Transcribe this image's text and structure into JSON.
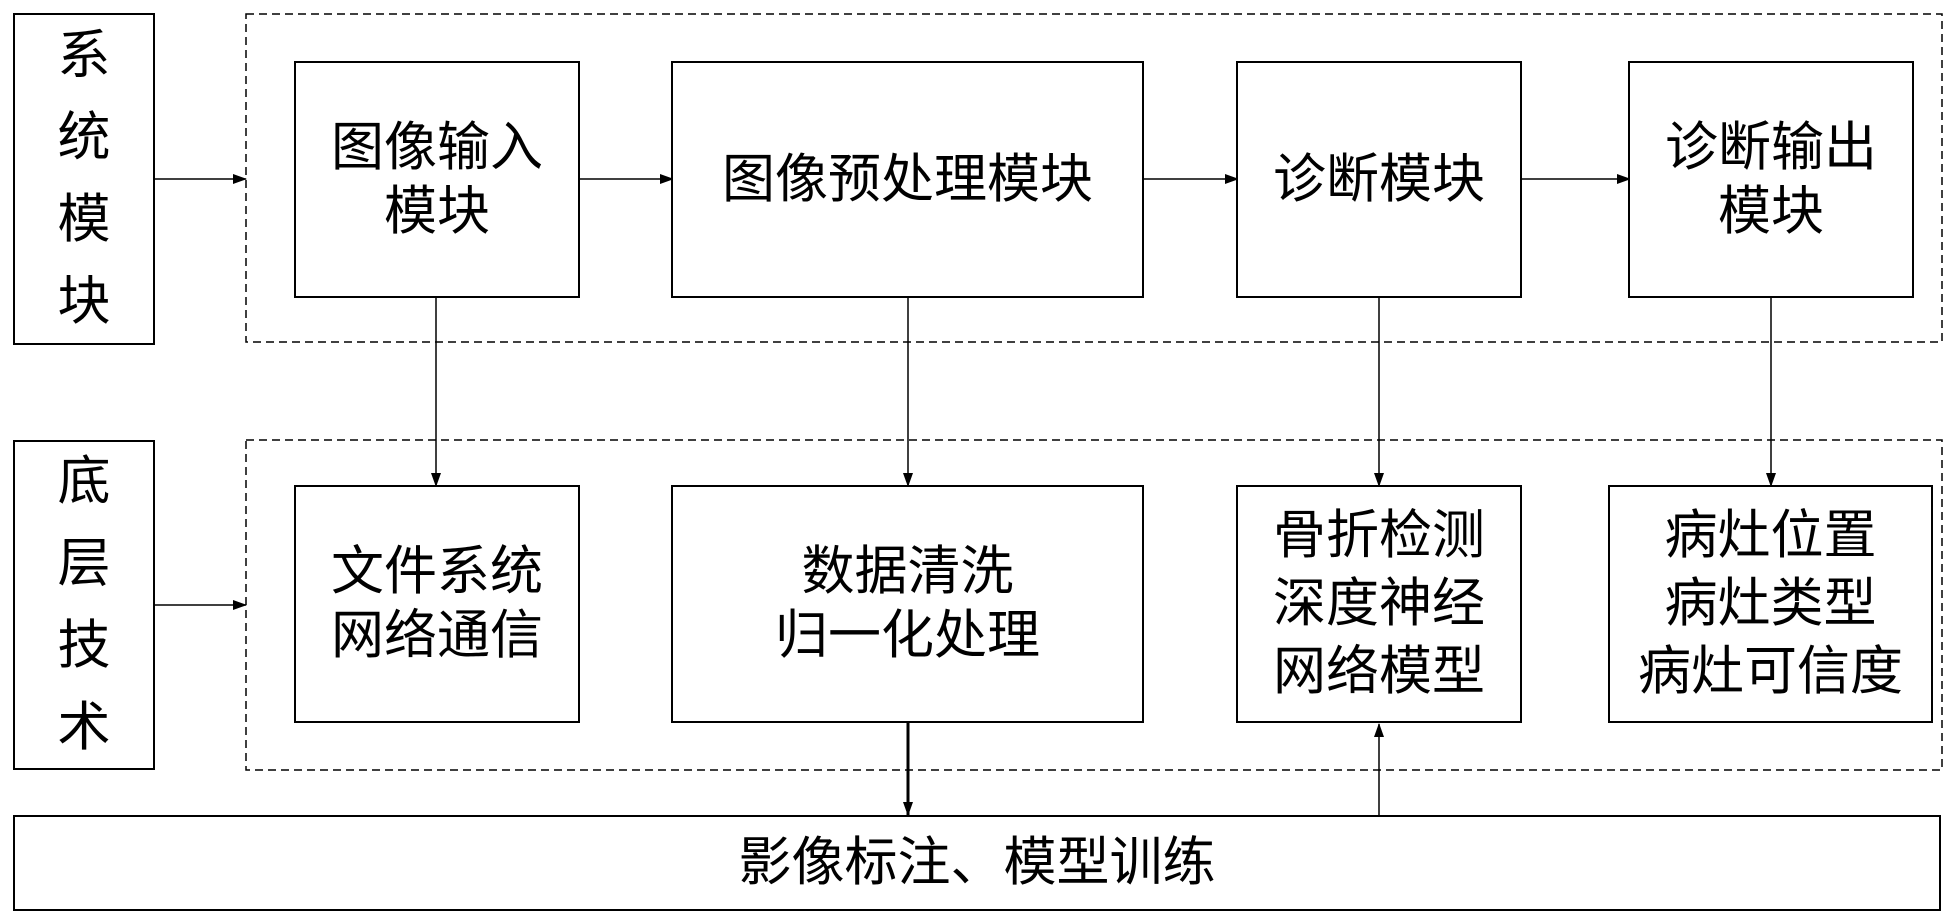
{
  "side_labels": {
    "system": "系\n统\n模\n块",
    "base": "底\n层\n技\n术"
  },
  "system_modules": {
    "image_input": "图像输入\n模块",
    "preprocess": "图像预处理模块",
    "diagnosis": "诊断模块",
    "diagnosis_output": "诊断输出\n模块"
  },
  "base_modules": {
    "file_network": "文件系统\n网络通信",
    "data_cleaning": "数据清洗\n归一化处理",
    "fracture_model": "骨折检测\n深度神经\n网络模型",
    "lesion_output": "病灶位置\n病灶类型\n病灶可信度"
  },
  "bottom_bar": "影像标注、模型训练"
}
